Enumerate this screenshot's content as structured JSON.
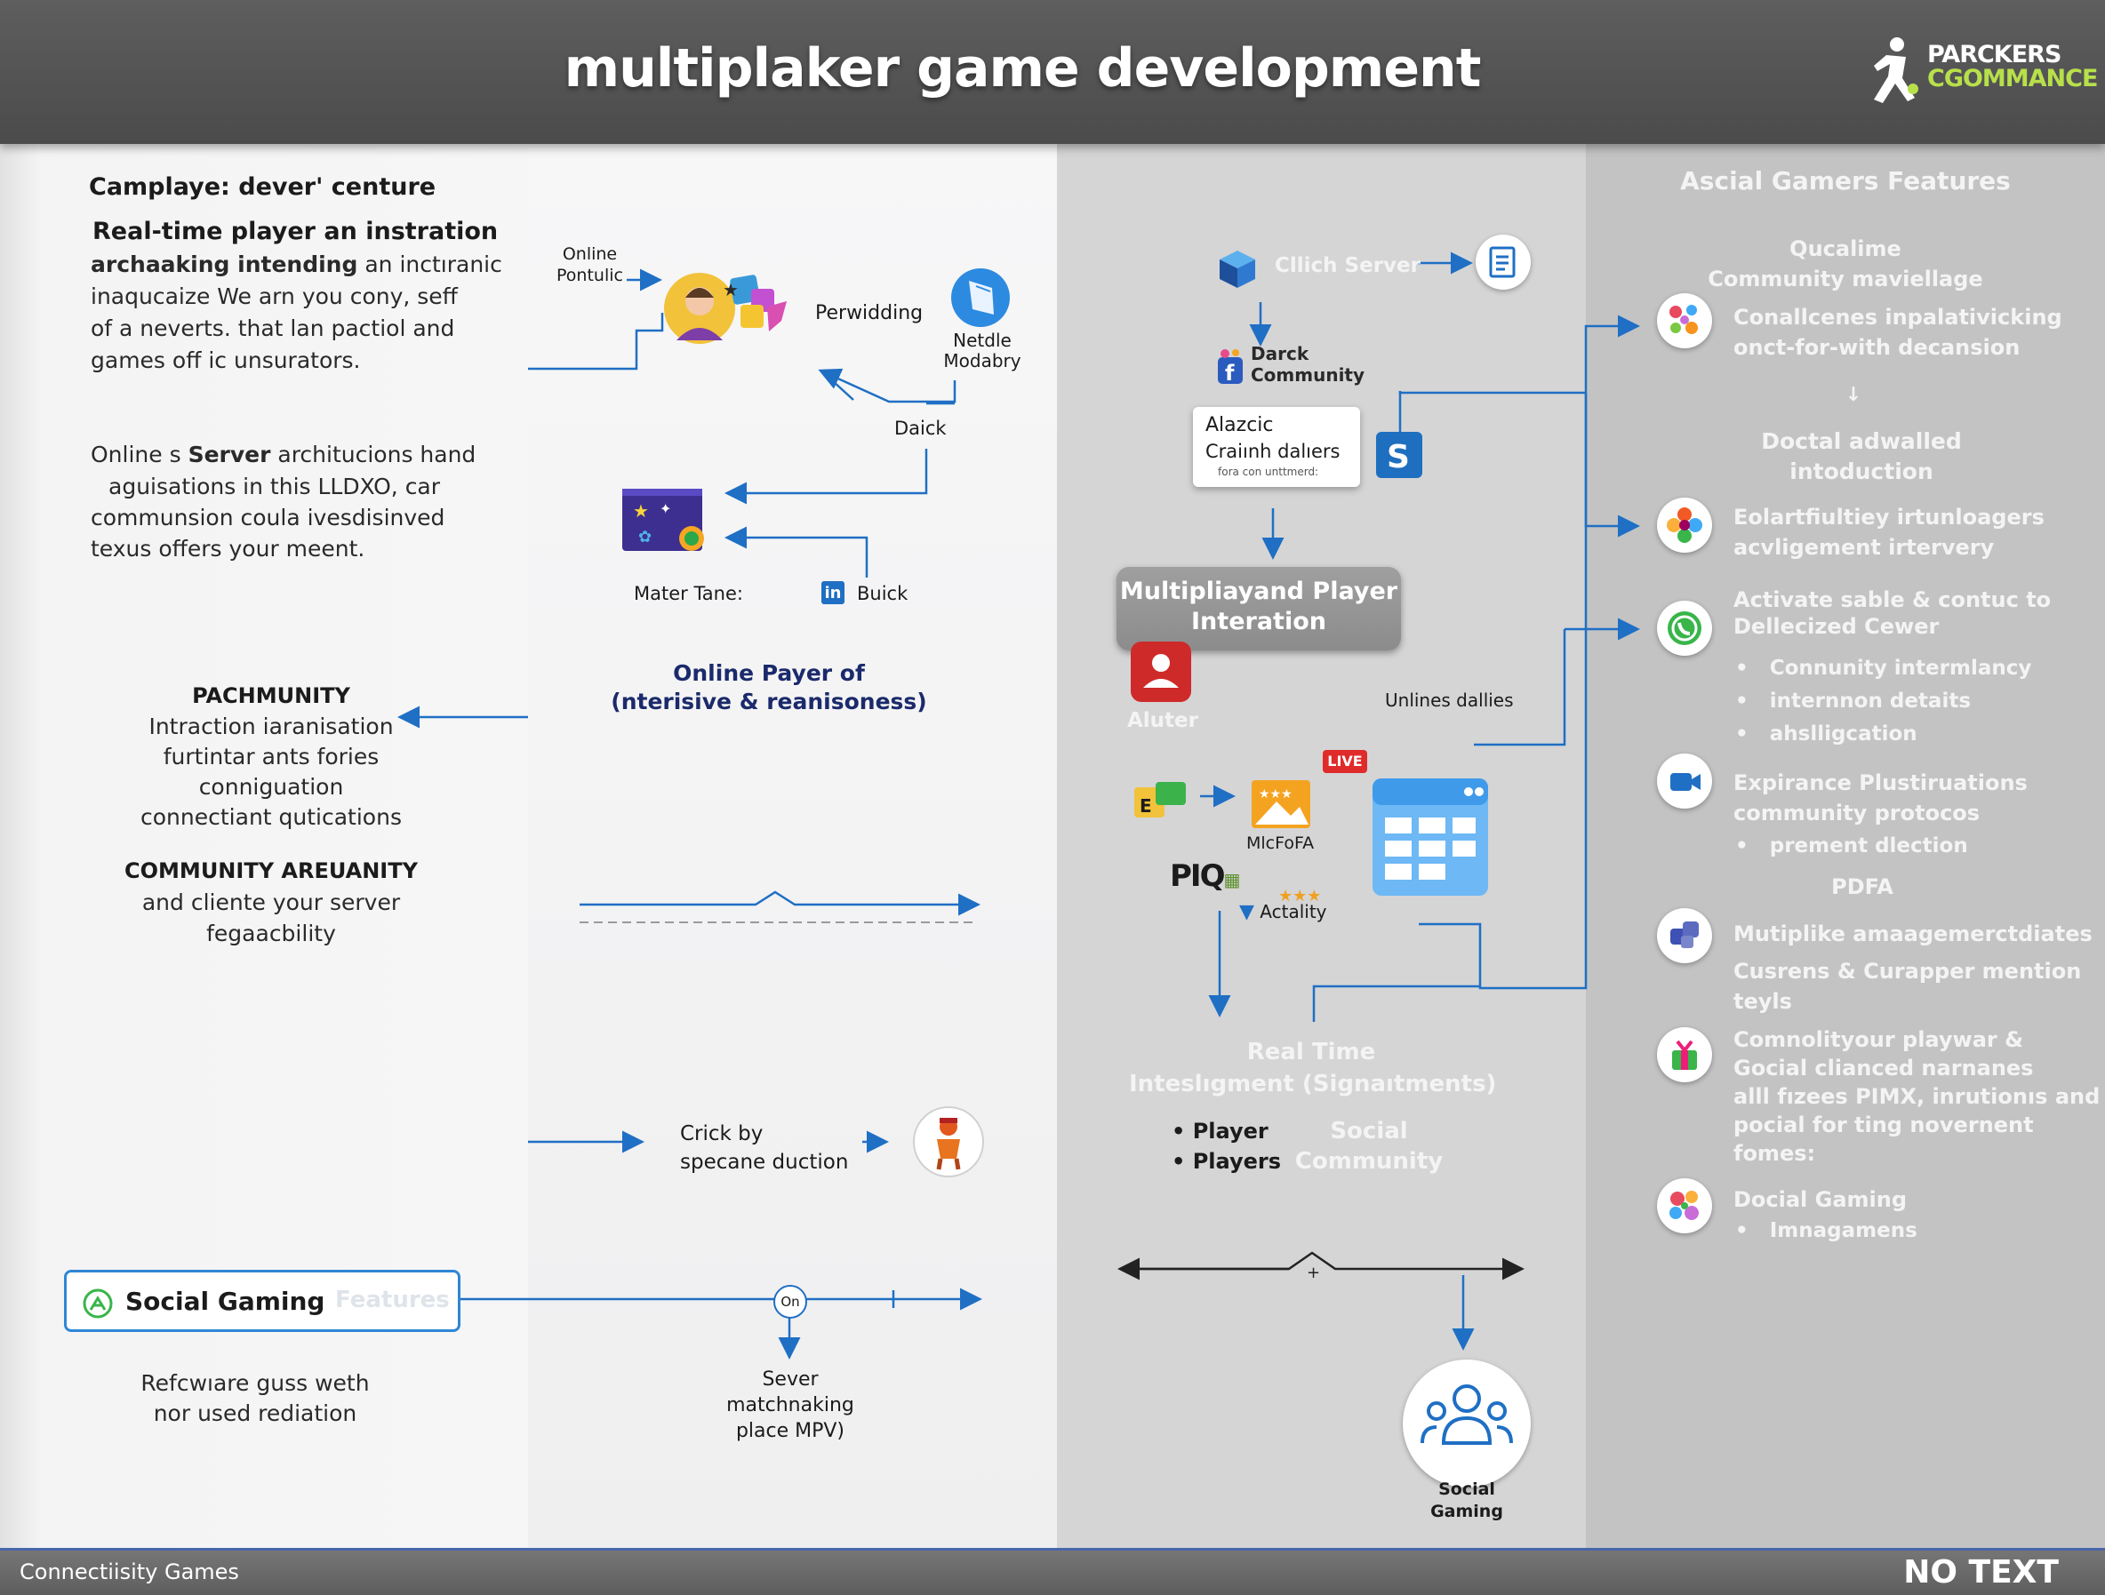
{
  "header": {
    "title": "multiplaker game development"
  },
  "logo": {
    "line1": "PARCKERS",
    "line2": "CGOMMANCE"
  },
  "col1": {
    "heading": "Camplaye: dever' centure",
    "bold_line1": "Real-time player an instration",
    "line2_bold": "archaaking intending",
    "line2_rest": " an inctıranic",
    "line3": "inaqucaize We arn you cony, seff",
    "line4": "of a neverts. that lan pactiol and",
    "line5": "games off ic unsurators.",
    "p2_l1_a": "Online s ",
    "p2_l1_b": "Server",
    "p2_l1_c": " architucions hand",
    "p2_l2": "aguisations in this LLDXO, car",
    "p2_l3": "communsion coula ivesdisinved",
    "p2_l4": "texus offers your meent.",
    "pachmunity": {
      "title": "PACHMUNITY",
      "lines": [
        "Intraction iaranisation",
        "furtintar ants fories",
        "conniguation",
        "connectiant qutications"
      ]
    },
    "community": {
      "title": "COMMUNITY AREUANITY",
      "lines": [
        "and cliente your server",
        "fegaacbility"
      ]
    },
    "social_button": {
      "label": "Social Gaming",
      "faded": "Features"
    },
    "bottom_lines": [
      "Refcwıare guss weth",
      "nor used rediation"
    ]
  },
  "col2": {
    "online_pontulic": [
      "Online",
      "Pontulic"
    ],
    "perwidding": "Perwidding",
    "netdle": [
      "Netdle",
      "Modabry"
    ],
    "daick": "Daick",
    "mater_tane": "Mater Tane:",
    "buick": "Buick",
    "online_payer": [
      "Online Payer of",
      "(nterisive & reanisoness)"
    ],
    "crick": [
      "Crick by",
      "specane duction"
    ],
    "on_badge": "On",
    "sever": [
      "Sever",
      "matchnaking",
      "place MPV)"
    ]
  },
  "col3": {
    "clich_server": "Cllich Server",
    "darck": [
      "Darck",
      "Community"
    ],
    "alazcic": [
      "Alazcic",
      "Craiınh dalıers",
      "fora con unttmerd:"
    ],
    "mpi": [
      "Multipliayand Player",
      "Interation"
    ],
    "aluter": "Aluter",
    "unlines": "Unlines dallies",
    "live": "LIVE",
    "micfofa": "MlcFoFA",
    "piq": "PIQ",
    "actality": "Actality",
    "real_time": [
      "Real Time",
      "Inteslıgment (Signaıtments)"
    ],
    "bullets": [
      "Player",
      "Players"
    ],
    "social_community": [
      "Social",
      "Community"
    ],
    "social_gaming": [
      "Social",
      "Gaming"
    ]
  },
  "col4": {
    "title": "Ascial Gamers Features",
    "qucalime": [
      "Qucalime",
      "Community maviellage"
    ],
    "item1": [
      "Conallcenes inpalativicking",
      "onct-for-with decansion"
    ],
    "arrow": "↓",
    "doctal": [
      "Doctal adwalled",
      "intoduction"
    ],
    "item2": [
      "Eolartfiultiey irtunloagers",
      "acvligement irtervery"
    ],
    "item3": [
      "Activate sable & contuc to",
      "Dellecized Cewer"
    ],
    "item3_bullets": [
      "Connunity intermlancy",
      "internnon detaits",
      "ahslligcation"
    ],
    "item4": [
      "Expirance Plustiruations",
      "community protocos"
    ],
    "item4_bullets": [
      "prement dlection"
    ],
    "pdfa": "PDFA",
    "item5": [
      "Mutiplike amaagemerctdiates",
      "Cusrens & Curapper mention",
      "teyls"
    ],
    "item6": [
      "Comnolityour playwar &",
      "Gocial clianced narnanes",
      "alll fızees PIMX, inrutionıs and",
      "pocial for ting novernent",
      "fomes:"
    ],
    "item7": [
      "Docial Gaming"
    ],
    "item7_bullets": [
      "Imnagamens"
    ]
  },
  "footer": {
    "left": "Connectiisity Games",
    "right": "NO TEXT"
  },
  "colors": {
    "accent": "#1f6fc4",
    "header": "#545455",
    "green": "#39b54a"
  }
}
